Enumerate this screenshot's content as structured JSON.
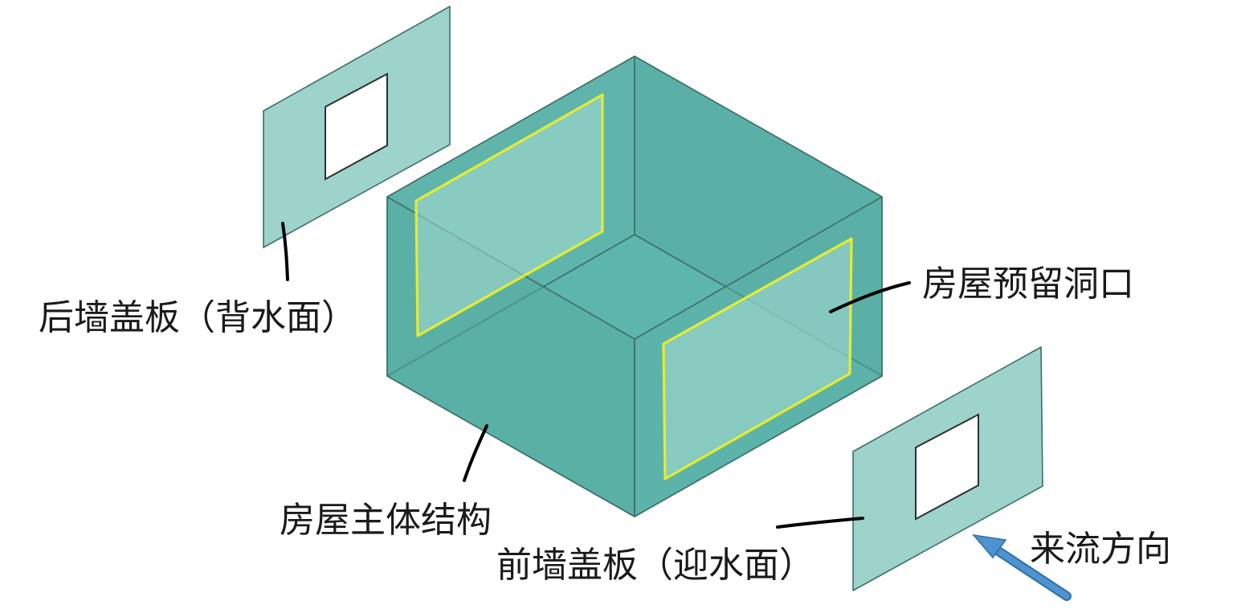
{
  "labels": {
    "back_cover": "后墙盖板（背水面）",
    "opening": "房屋预留洞口",
    "main_body": "房屋主体结构",
    "front_cover": "前墙盖板（迎水面）",
    "flow_direction": "来流方向"
  },
  "colors": {
    "box_face": "#5fb5ab",
    "box_face_dark": "#56aba1",
    "cover_plate": "#9dd3cb",
    "opening_border": "#e6ec2e",
    "arrow": "#4d93cf",
    "leader": "#000000"
  },
  "icons": {
    "flow_arrow": "arrow-up-left-icon"
  }
}
